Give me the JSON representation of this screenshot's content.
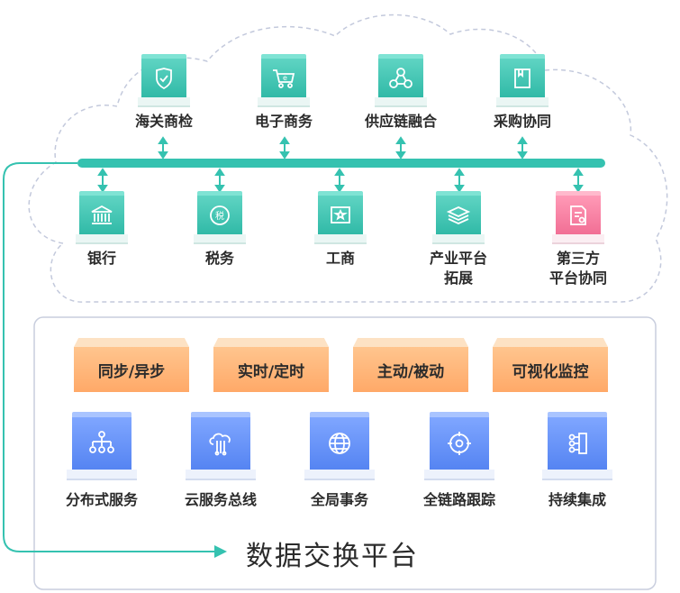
{
  "top_modules": [
    {
      "label": "海关商检",
      "icon": "shield-check-icon"
    },
    {
      "label": "电子商务",
      "icon": "shopping-cart-icon"
    },
    {
      "label": "供应链融合",
      "icon": "network-nodes-icon"
    },
    {
      "label": "采购协同",
      "icon": "book-icon"
    }
  ],
  "bottom_modules": [
    {
      "label": "银行",
      "icon": "bank-icon"
    },
    {
      "label": "税务",
      "icon": "tax-icon"
    },
    {
      "label": "工商",
      "icon": "certificate-icon"
    },
    {
      "label": "产业平台",
      "label2": "拓展",
      "icon": "layers-icon"
    },
    {
      "label": "第三方",
      "label2": "平台协同",
      "icon": "document-icon"
    }
  ],
  "tags": [
    "同步/异步",
    "实时/定时",
    "主动/被动",
    "可视化监控"
  ],
  "services": [
    {
      "label": "分布式服务",
      "icon": "hierarchy-icon"
    },
    {
      "label": "云服务总线",
      "icon": "cloud-bus-icon"
    },
    {
      "label": "全局事务",
      "icon": "globe-icon"
    },
    {
      "label": "全链路跟踪",
      "icon": "target-icon"
    },
    {
      "label": "持续集成",
      "icon": "integration-icon"
    }
  ],
  "platform_title": "数据交换平台",
  "colors": {
    "teal": "#2fb9a6",
    "bus": "#35c2b0",
    "pink": "#f16e94",
    "orange": "#ffa968",
    "blue": "#5584f2"
  }
}
